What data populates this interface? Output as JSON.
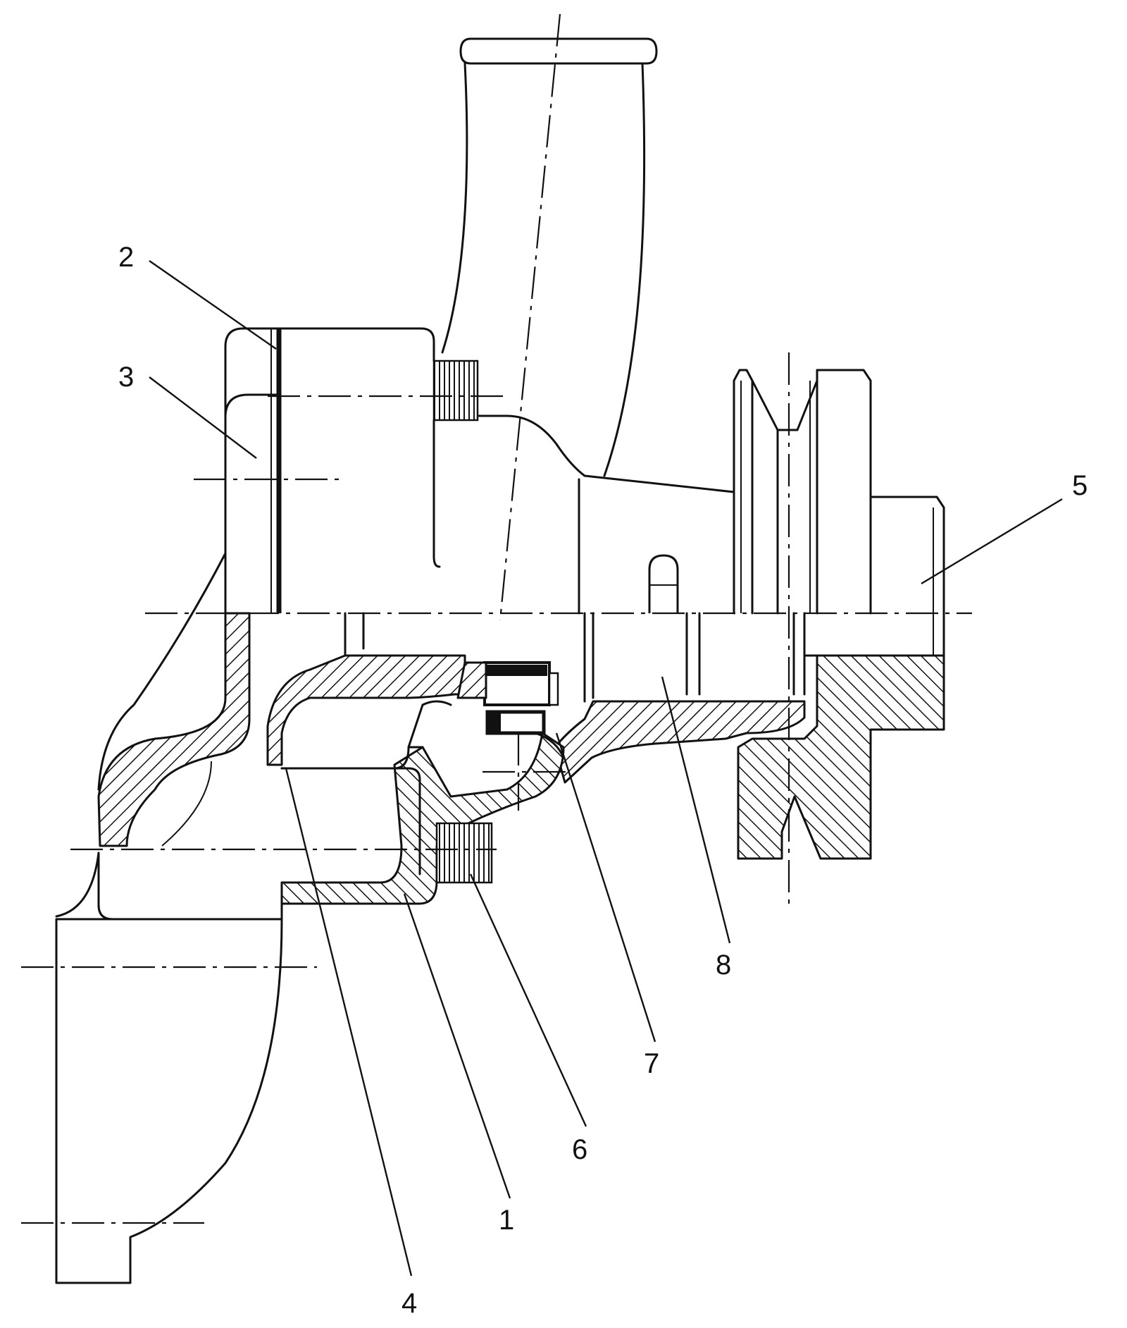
{
  "callouts": [
    {
      "id": "2",
      "text": "2"
    },
    {
      "id": "3",
      "text": "3"
    },
    {
      "id": "5",
      "text": "5"
    },
    {
      "id": "8",
      "text": "8"
    },
    {
      "id": "7",
      "text": "7"
    },
    {
      "id": "6",
      "text": "6"
    },
    {
      "id": "1",
      "text": "1"
    },
    {
      "id": "4",
      "text": "4"
    }
  ]
}
